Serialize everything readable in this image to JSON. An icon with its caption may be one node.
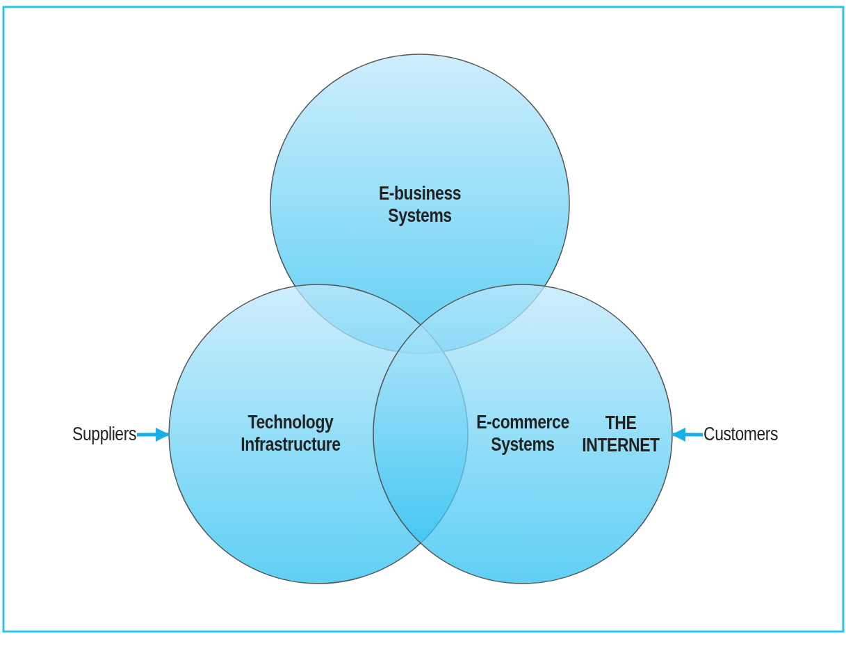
{
  "diagram": {
    "nodes": [
      {
        "text": [
          "E-business Systems"
        ]
      },
      {
        "text": [
          "Technology Infrastructure"
        ]
      },
      {
        "text": [
          "E-commerce Systems",
          "THE INTERNET"
        ]
      },
      {
        "text": [
          "Suppliers"
        ]
      },
      {
        "text": [
          "Customers"
        ]
      }
    ],
    "edges": [
      {
        "from": 3,
        "to": 1,
        "arrow": "to"
      },
      {
        "from": 4,
        "to": 2,
        "arrow": "to"
      }
    ]
  }
}
